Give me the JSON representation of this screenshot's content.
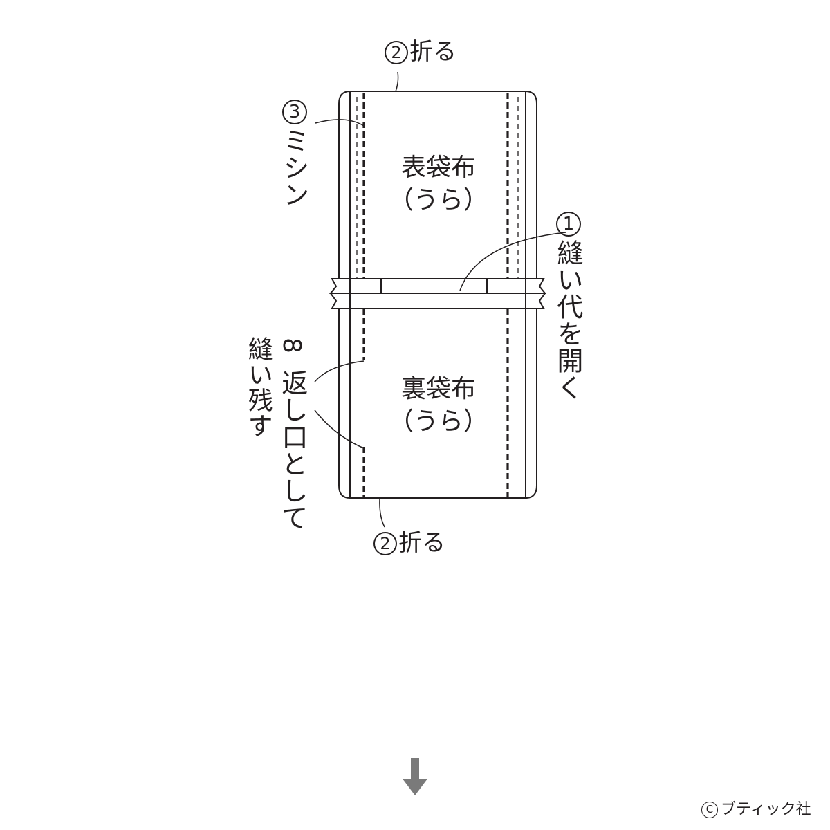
{
  "labels": {
    "fold_top": {
      "num": "2",
      "text": "折る"
    },
    "fold_bottom": {
      "num": "2",
      "text": "折る"
    },
    "sew": {
      "num": "3",
      "text": "ミシン"
    },
    "open_seam": {
      "num": "1",
      "text": "縫い代を開く"
    },
    "return_opening": {
      "num": "8",
      "text": "返し口として"
    },
    "leave_unsewn": {
      "text": "縫い残す"
    }
  },
  "panels": {
    "outer": {
      "name": "表袋布",
      "side": "（うら）"
    },
    "lining": {
      "name": "裏袋布",
      "side": "（うら）"
    }
  },
  "next_arrow": "down-arrow",
  "copyright": {
    "mark": "C",
    "text": "ブティック社"
  },
  "colors": {
    "ink": "#231f20",
    "arrow": "#7a7a7a"
  }
}
